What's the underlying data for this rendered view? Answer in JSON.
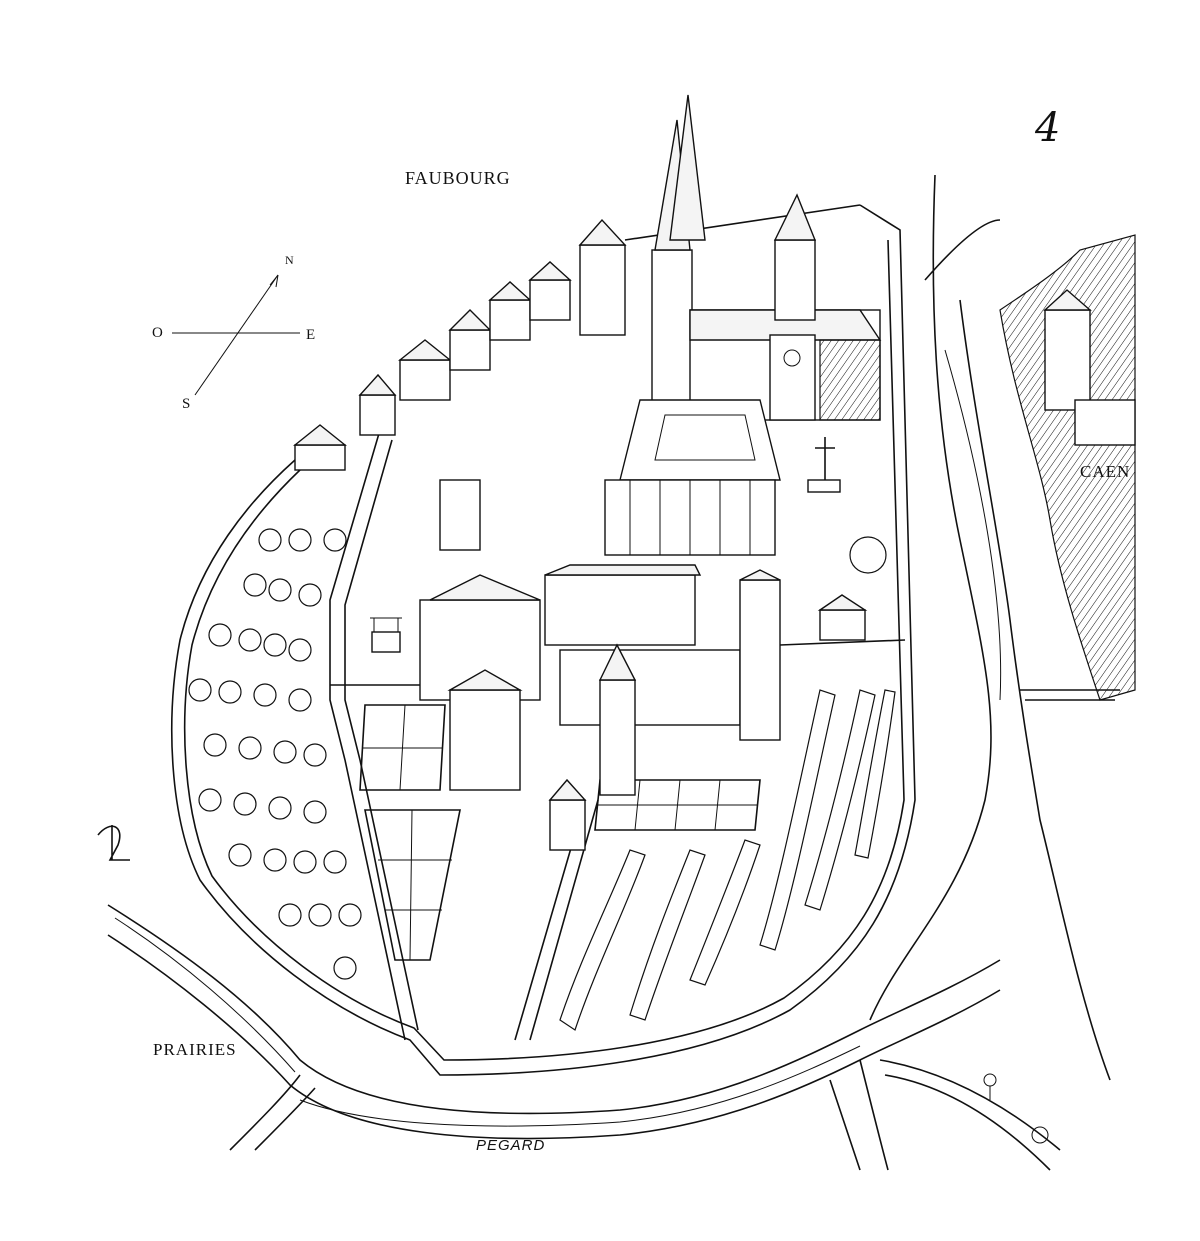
{
  "page_number": "4",
  "labels": {
    "faubourg": "FAUBOURG",
    "caen": "CAEN",
    "prairies": "PRAIRIES",
    "pegard": "PEGARD"
  },
  "compass": {
    "north": "N",
    "south": "S",
    "east": "E",
    "west": "O"
  },
  "colors": {
    "ink": "#111111",
    "paper": "#ffffff"
  }
}
